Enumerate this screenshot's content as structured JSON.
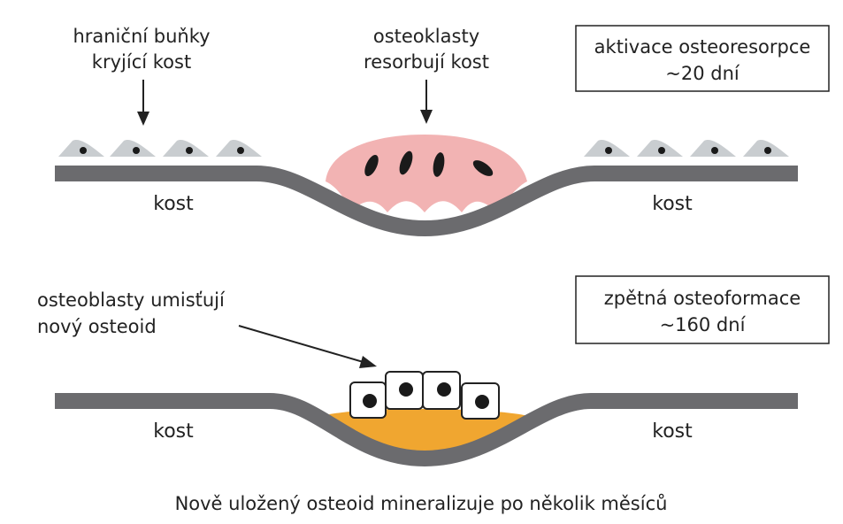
{
  "labels": {
    "lining_cells": [
      "hraniční buňky",
      "kryjící kost"
    ],
    "osteoclasts": [
      "osteoklasty",
      "resorbují kost"
    ],
    "activation_box": [
      "aktivace osteoresorpce",
      "~20 dní"
    ],
    "bone_top_left": "kost",
    "bone_top_right": "kost",
    "osteoblasts": [
      "osteoblasty umisťují",
      "nový osteoid"
    ],
    "formation_box": [
      "zpětná osteoformace",
      "~160 dní"
    ],
    "bone_bottom_left": "kost",
    "bone_bottom_right": "kost",
    "caption": "Nově uložený osteoid mineralizuje po několik měsíců"
  },
  "colors": {
    "bone": "#6b6b6e",
    "lining_cell": "#c9cdd0",
    "osteoclast": "#f2b3b3",
    "osteoid": "#f0a630",
    "osteoblast_fill": "#ffffff",
    "nucleus": "#1a1a1a"
  }
}
